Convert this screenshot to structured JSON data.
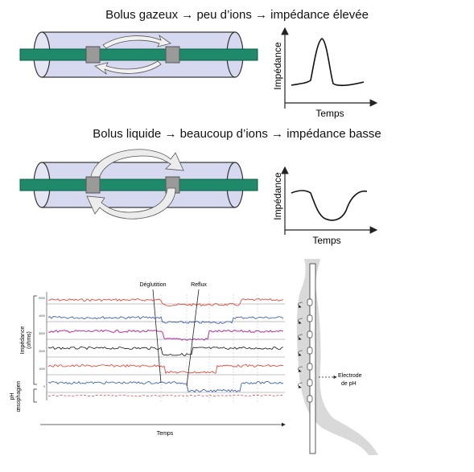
{
  "panel_gas": {
    "title": "Bolus gazeux → peu d’ions → impédance élevée",
    "ylabel": "Impédance",
    "xlabel": "Temps"
  },
  "panel_liquid": {
    "title": "Bolus liquide → beaucoup d’ions → impédance basse",
    "ylabel": "Impédance",
    "xlabel": "Temps"
  },
  "tracing": {
    "label_deglutition": "Déglutition",
    "label_reflux": "Reflux",
    "label_impedance": "Impédance",
    "label_ohms": "(ohms)",
    "label_ph": "pH",
    "label_oesophagien": "œsophagien",
    "label_temps": "Temps",
    "label_electrode": "Electrode",
    "label_de_ph": "de pH",
    "channel_scale_labels": [
      "5000",
      "4000",
      "3000",
      "2000",
      "1000",
      "0"
    ],
    "colors": {
      "red": "#e0352b",
      "blue": "#2b4fa8",
      "magenta": "#b0309c",
      "black": "#111111"
    }
  },
  "colors": {
    "catheter": "#1f8a6a",
    "tube_fill": "#d6d9ef",
    "electrode": "#9a9a9a"
  }
}
